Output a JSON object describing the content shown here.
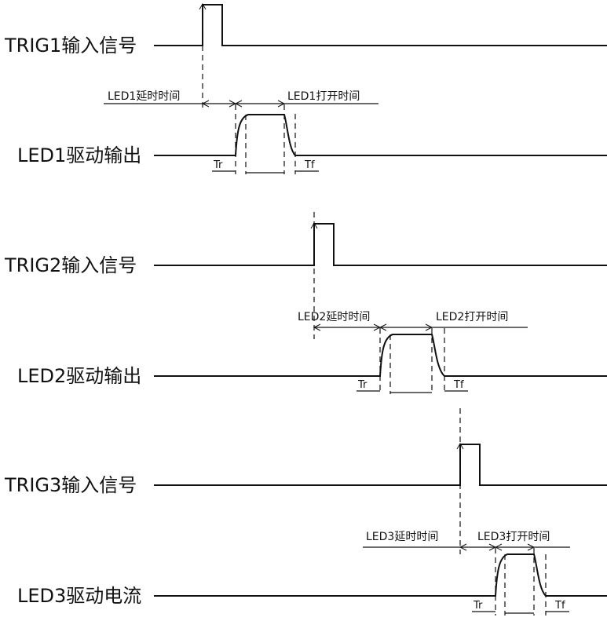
{
  "groups": [
    {
      "trig_label": "TRIG1输入信号",
      "led_label": "LED1驱动输出",
      "delay_label": "LED1延时时间",
      "on_label": "LED1打开时间",
      "rise_label": "Tr",
      "fall_label": "Tf"
    },
    {
      "trig_label": "TRIG2输入信号",
      "led_label": "LED2驱动输出",
      "delay_label": "LED2延时时间",
      "on_label": "LED2打开时间",
      "rise_label": "Tr",
      "fall_label": "Tf"
    },
    {
      "trig_label": "TRIG3输入信号",
      "led_label": "LED3驱动电流",
      "delay_label": "LED3延时时间",
      "on_label": "LED3打开时间",
      "rise_label": "Tr",
      "fall_label": "Tf"
    }
  ]
}
